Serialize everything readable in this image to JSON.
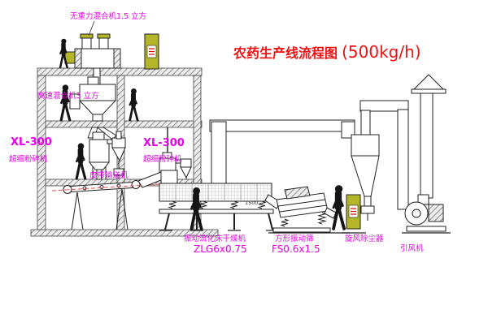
{
  "title": {
    "main": "农药生产线流程图",
    "capacity": "(500kg/h)"
  },
  "labels": {
    "gravity_mixer": "无重力混合机1.5 立方",
    "high_speed_mixer": "高速混合机3 立方",
    "mill_left_model": "XL-300",
    "mill_left_name": "超细粉碎机",
    "mill_right_model": "XL-300",
    "mill_right_name": "超细粉碎机",
    "belt_conveyor": "皮带输送机",
    "dryer_name": "振动流化床干燥机",
    "dryer_model": "ZLG6x0.75",
    "screen_name": "方形振动筛",
    "screen_model": "FS0.6x1.5",
    "cyclone": "旋风除尘器",
    "fan": "引风机",
    "dim_1500": "1500"
  },
  "colors": {
    "label": "#e800e8",
    "title": "#ee1111",
    "panel": "#b5b52a",
    "centerline": "#e05050",
    "background": "#ffffff"
  }
}
